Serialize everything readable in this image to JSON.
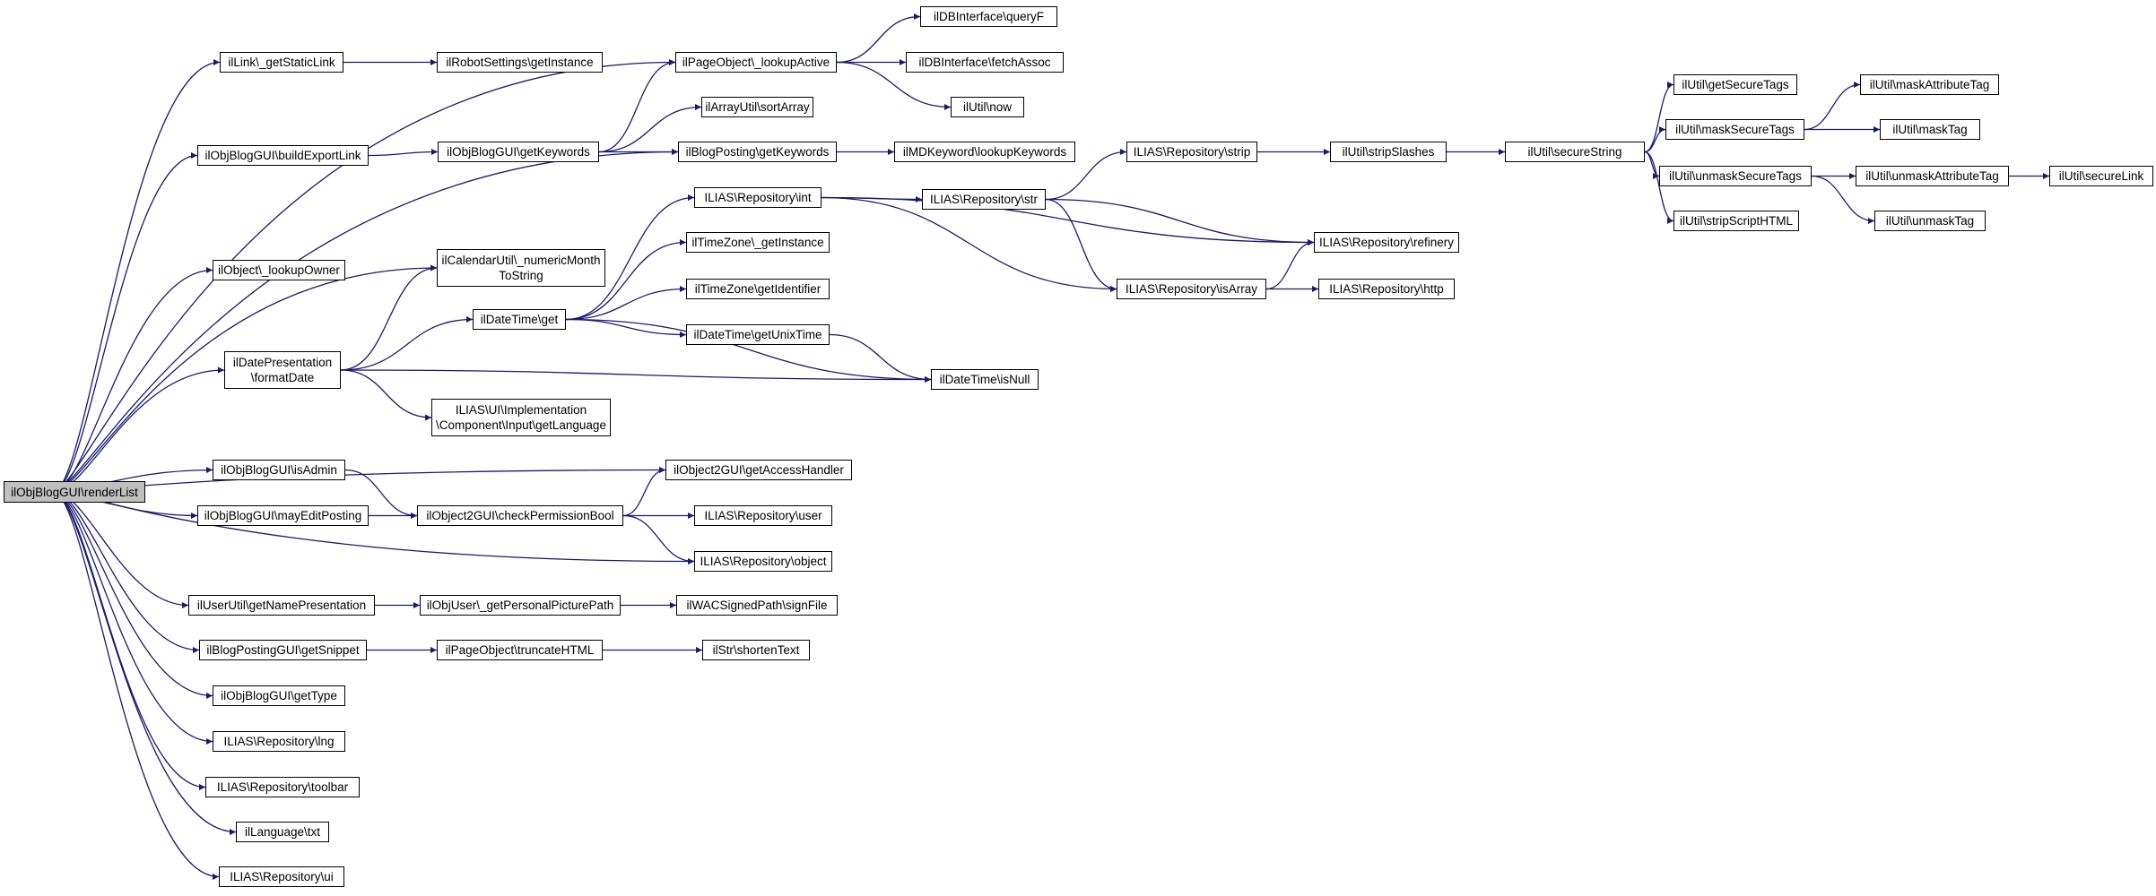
{
  "diagram": {
    "root": "ilObjBlogGUI\\renderList",
    "nodes": [
      {
        "id": "renderList",
        "label": "ilObjBlogGUI\\renderList",
        "root": true
      },
      {
        "id": "getStaticLink",
        "label": "ilLink\\_getStaticLink"
      },
      {
        "id": "robotGetInstance",
        "label": "ilRobotSettings\\getInstance"
      },
      {
        "id": "lookupActive",
        "label": "ilPageObject\\_lookupActive"
      },
      {
        "id": "queryF",
        "label": "ilDBInterface\\queryF"
      },
      {
        "id": "fetchAssoc",
        "label": "ilDBInterface\\fetchAssoc"
      },
      {
        "id": "utilNow",
        "label": "ilUtil\\now"
      },
      {
        "id": "sortArray",
        "label": "ilArrayUtil\\sortArray"
      },
      {
        "id": "buildExportLink",
        "label": "ilObjBlogGUI\\buildExportLink"
      },
      {
        "id": "objGetKeywords",
        "label": "ilObjBlogGUI\\getKeywords"
      },
      {
        "id": "postingGetKeywords",
        "label": "ilBlogPosting\\getKeywords"
      },
      {
        "id": "lookupKeywords",
        "label": "ilMDKeyword\\lookupKeywords"
      },
      {
        "id": "lookupOwner",
        "label": "ilObject\\_lookupOwner"
      },
      {
        "id": "numericMonth",
        "label": "ilCalendarUtil\\_numericMonth\nToString"
      },
      {
        "id": "repoInt",
        "label": "ILIAS\\Repository\\int"
      },
      {
        "id": "repoStr",
        "label": "ILIAS\\Repository\\str"
      },
      {
        "id": "repoStrip",
        "label": "ILIAS\\Repository\\strip"
      },
      {
        "id": "stripSlashes",
        "label": "ilUtil\\stripSlashes"
      },
      {
        "id": "secureString",
        "label": "ilUtil\\secureString"
      },
      {
        "id": "getSecureTags",
        "label": "ilUtil\\getSecureTags"
      },
      {
        "id": "maskSecureTags",
        "label": "ilUtil\\maskSecureTags"
      },
      {
        "id": "maskAttributeTag",
        "label": "ilUtil\\maskAttributeTag"
      },
      {
        "id": "maskTag",
        "label": "ilUtil\\maskTag"
      },
      {
        "id": "unmaskSecureTags",
        "label": "ilUtil\\unmaskSecureTags"
      },
      {
        "id": "unmaskAttributeTag",
        "label": "ilUtil\\unmaskAttributeTag"
      },
      {
        "id": "secureLink",
        "label": "ilUtil\\secureLink"
      },
      {
        "id": "unmaskTag",
        "label": "ilUtil\\unmaskTag"
      },
      {
        "id": "stripScriptHTML",
        "label": "ilUtil\\stripScriptHTML"
      },
      {
        "id": "refinery",
        "label": "ILIAS\\Repository\\refinery"
      },
      {
        "id": "tzGetInstance",
        "label": "ilTimeZone\\_getInstance"
      },
      {
        "id": "tzGetIdentifier",
        "label": "ilTimeZone\\getIdentifier"
      },
      {
        "id": "dateTimeGet",
        "label": "ilDateTime\\get"
      },
      {
        "id": "repoIsArray",
        "label": "ILIAS\\Repository\\isArray"
      },
      {
        "id": "repoHttp",
        "label": "ILIAS\\Repository\\http"
      },
      {
        "id": "getUnixTime",
        "label": "ilDateTime\\getUnixTime"
      },
      {
        "id": "formatDate",
        "label": "ilDatePresentation\n\\formatDate"
      },
      {
        "id": "isNull",
        "label": "ilDateTime\\isNull"
      },
      {
        "id": "getLanguage",
        "label": "ILIAS\\UI\\Implementation\n\\Component\\Input\\getLanguage"
      },
      {
        "id": "isAdmin",
        "label": "ilObjBlogGUI\\isAdmin"
      },
      {
        "id": "getAccessHandler",
        "label": "ilObject2GUI\\getAccessHandler"
      },
      {
        "id": "mayEditPosting",
        "label": "ilObjBlogGUI\\mayEditPosting"
      },
      {
        "id": "checkPermissionBool",
        "label": "ilObject2GUI\\checkPermissionBool"
      },
      {
        "id": "repoUser",
        "label": "ILIAS\\Repository\\user"
      },
      {
        "id": "repoObject",
        "label": "ILIAS\\Repository\\object"
      },
      {
        "id": "getNamePresentation",
        "label": "ilUserUtil\\getNamePresentation"
      },
      {
        "id": "getPersonalPicturePath",
        "label": "ilObjUser\\_getPersonalPicturePath"
      },
      {
        "id": "signFile",
        "label": "ilWACSignedPath\\signFile"
      },
      {
        "id": "getSnippet",
        "label": "ilBlogPostingGUI\\getSnippet"
      },
      {
        "id": "truncateHTML",
        "label": "ilPageObject\\truncateHTML"
      },
      {
        "id": "shortenText",
        "label": "ilStr\\shortenText"
      },
      {
        "id": "getType",
        "label": "ilObjBlogGUI\\getType"
      },
      {
        "id": "repoLng",
        "label": "ILIAS\\Repository\\lng"
      },
      {
        "id": "repoToolbar",
        "label": "ILIAS\\Repository\\toolbar"
      },
      {
        "id": "languageTxt",
        "label": "ilLanguage\\txt"
      },
      {
        "id": "repoUi",
        "label": "ILIAS\\Repository\\ui"
      }
    ],
    "edges": [
      [
        "renderList",
        "getStaticLink"
      ],
      [
        "renderList",
        "lookupActive"
      ],
      [
        "renderList",
        "buildExportLink"
      ],
      [
        "renderList",
        "postingGetKeywords"
      ],
      [
        "renderList",
        "lookupOwner"
      ],
      [
        "renderList",
        "numericMonth"
      ],
      [
        "renderList",
        "formatDate"
      ],
      [
        "renderList",
        "getAccessHandler"
      ],
      [
        "renderList",
        "isAdmin"
      ],
      [
        "renderList",
        "mayEditPosting"
      ],
      [
        "renderList",
        "repoObject"
      ],
      [
        "renderList",
        "getNamePresentation"
      ],
      [
        "renderList",
        "getSnippet"
      ],
      [
        "renderList",
        "getType"
      ],
      [
        "renderList",
        "repoLng"
      ],
      [
        "renderList",
        "repoToolbar"
      ],
      [
        "renderList",
        "languageTxt"
      ],
      [
        "renderList",
        "repoUi"
      ],
      [
        "getStaticLink",
        "robotGetInstance"
      ],
      [
        "lookupActive",
        "queryF"
      ],
      [
        "lookupActive",
        "fetchAssoc"
      ],
      [
        "lookupActive",
        "utilNow"
      ],
      [
        "buildExportLink",
        "objGetKeywords"
      ],
      [
        "objGetKeywords",
        "lookupActive"
      ],
      [
        "objGetKeywords",
        "sortArray"
      ],
      [
        "objGetKeywords",
        "postingGetKeywords"
      ],
      [
        "postingGetKeywords",
        "lookupKeywords"
      ],
      [
        "formatDate",
        "numericMonth"
      ],
      [
        "formatDate",
        "dateTimeGet"
      ],
      [
        "formatDate",
        "isNull"
      ],
      [
        "formatDate",
        "getLanguage"
      ],
      [
        "dateTimeGet",
        "repoInt"
      ],
      [
        "dateTimeGet",
        "tzGetInstance"
      ],
      [
        "dateTimeGet",
        "tzGetIdentifier"
      ],
      [
        "dateTimeGet",
        "getUnixTime"
      ],
      [
        "dateTimeGet",
        "isNull"
      ],
      [
        "getUnixTime",
        "isNull"
      ],
      [
        "repoInt",
        "repoStr"
      ],
      [
        "repoInt",
        "refinery"
      ],
      [
        "repoInt",
        "repoIsArray"
      ],
      [
        "repoStr",
        "repoStrip"
      ],
      [
        "repoStr",
        "refinery"
      ],
      [
        "repoStr",
        "repoIsArray"
      ],
      [
        "repoStrip",
        "stripSlashes"
      ],
      [
        "stripSlashes",
        "secureString"
      ],
      [
        "secureString",
        "getSecureTags"
      ],
      [
        "secureString",
        "maskSecureTags"
      ],
      [
        "secureString",
        "unmaskSecureTags"
      ],
      [
        "secureString",
        "stripScriptHTML"
      ],
      [
        "maskSecureTags",
        "maskAttributeTag"
      ],
      [
        "maskSecureTags",
        "maskTag"
      ],
      [
        "unmaskSecureTags",
        "unmaskAttributeTag"
      ],
      [
        "unmaskSecureTags",
        "unmaskTag"
      ],
      [
        "unmaskAttributeTag",
        "secureLink"
      ],
      [
        "repoIsArray",
        "refinery"
      ],
      [
        "repoIsArray",
        "repoHttp"
      ],
      [
        "isAdmin",
        "checkPermissionBool"
      ],
      [
        "mayEditPosting",
        "checkPermissionBool"
      ],
      [
        "checkPermissionBool",
        "getAccessHandler"
      ],
      [
        "checkPermissionBool",
        "repoUser"
      ],
      [
        "checkPermissionBool",
        "repoObject"
      ],
      [
        "getNamePresentation",
        "getPersonalPicturePath"
      ],
      [
        "getPersonalPicturePath",
        "signFile"
      ],
      [
        "getSnippet",
        "truncateHTML"
      ],
      [
        "truncateHTML",
        "shortenText"
      ]
    ]
  },
  "colors": {
    "edge": "#191970",
    "node_border": "#000000",
    "node_fill": "#ffffff",
    "root_fill": "#bfbfbf"
  }
}
